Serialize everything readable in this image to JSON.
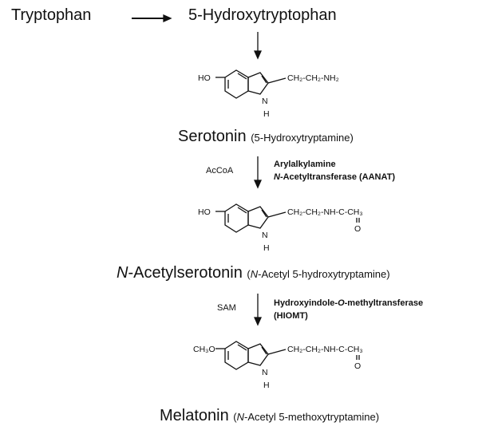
{
  "top": {
    "substrate": "Tryptophan",
    "product": "5-Hydroxytryptophan"
  },
  "compounds": [
    {
      "name": "Serotonin",
      "subname": "(5-Hydroxytryptamine)",
      "ring_sub": "HO",
      "side_chain": "CH₂-CH₂-NH₂",
      "nh": "N",
      "h": "H"
    },
    {
      "name_prefix": "N",
      "name": "-Acetylserotonin",
      "sub_open": "(",
      "sub_italic": "N",
      "subname": "-Acetyl 5-hydroxytryptamine)",
      "ring_sub": "HO",
      "side_chain": "CH₂-CH₂-NH-C-CH₃",
      "carbonyl_o": "O",
      "nh": "N",
      "h": "H"
    },
    {
      "name": "Melatonin",
      "sub_open": "(",
      "sub_italic": "N",
      "subname": "-Acetyl 5-methoxytryptamine)",
      "ring_sub": "CH₃O",
      "side_chain": "CH₂-CH₂-NH-C-CH₃",
      "carbonyl_o": "O",
      "nh": "N",
      "h": "H"
    }
  ],
  "steps": [
    {
      "cofactor": "AcCoA",
      "enzyme_line1": "Arylalkylamine",
      "enzyme_line2_italic": "N",
      "enzyme_line2_rest": "-Acetyltransferase (AANAT)"
    },
    {
      "cofactor": "SAM",
      "enzyme_line1_a": "Hydroxyindole-",
      "enzyme_line1_italic": "O",
      "enzyme_line1_b": "-methyltransferase",
      "enzyme_line2": "(HIOMT)"
    }
  ],
  "colors": {
    "ink": "#111111",
    "background": "#ffffff"
  }
}
